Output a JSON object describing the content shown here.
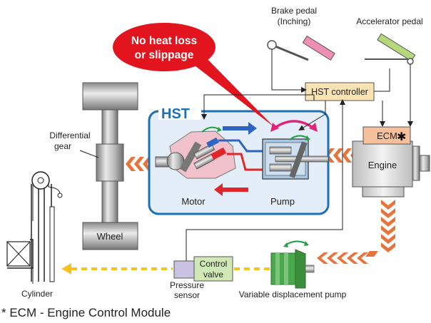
{
  "callout": {
    "line1": "No heat loss",
    "line2": "or slippage"
  },
  "hst_label": "HST",
  "labels": {
    "brake_pedal_line1": "Brake pedal",
    "brake_pedal_line2": "(Inching)",
    "accelerator_pedal": "Accelerator pedal",
    "hst_controller": "HST controller",
    "ecm": "ECM",
    "ecm_mark": "✱",
    "engine": "Engine",
    "differential_line1": "Differential",
    "differential_line2": "gear",
    "motor": "Motor",
    "pump": "Pump",
    "wheel": "Wheel",
    "control_valve_line1": "Control",
    "control_valve_line2": "valve",
    "pressure_sensor_line1": "Pressure",
    "pressure_sensor_line2": "sensor",
    "cylinder": "Cylinder",
    "variable_pump": "Variable displacement pump"
  },
  "footnote": "* ECM - Engine Control Module",
  "colors": {
    "hst_border": "#1f6fb4",
    "hst_fill": "#e3eef8",
    "power_arrow": "#e8743b",
    "pressure_arrow": "#f3c322",
    "callout_red": "#e2141e",
    "motor_fill": "#f1c1cc",
    "ecm_fill": "#f6c09c",
    "controller_fill": "#fbe3b4",
    "valve_fill": "#cfe8b5",
    "pump_green": "#49a84a",
    "sensor_fill": "#c9c2e3",
    "accel_pedal": "#b5d97a",
    "brake_pedal": "#ef8fb4"
  }
}
